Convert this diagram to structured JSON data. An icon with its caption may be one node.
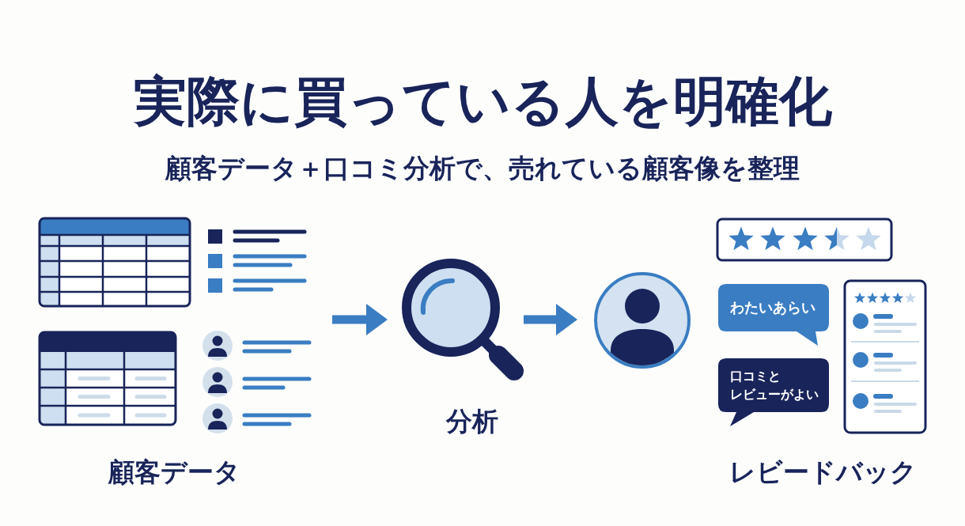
{
  "diagram": {
    "title": "実際に買っている人を明確化",
    "nodes": [
      {
        "text": [
          "顧客データ"
        ]
      },
      {
        "text": [
          "分析"
        ]
      },
      {
        "text": [],
        "shape": "person"
      },
      {
        "text": [
          "レビードバック"
        ]
      },
      {
        "text": [
          "わたいあらい"
        ],
        "in": 3
      },
      {
        "text": [
          "口コミとレビューがよい"
        ],
        "in": 3
      }
    ],
    "edges": [
      {
        "from": 0,
        "to": 1,
        "arrow": "to"
      },
      {
        "from": 1,
        "to": 2,
        "arrow": "to"
      }
    ],
    "labels": [
      "顧客データ＋口コミ分析で、売れている顧客像を整理"
    ]
  }
}
